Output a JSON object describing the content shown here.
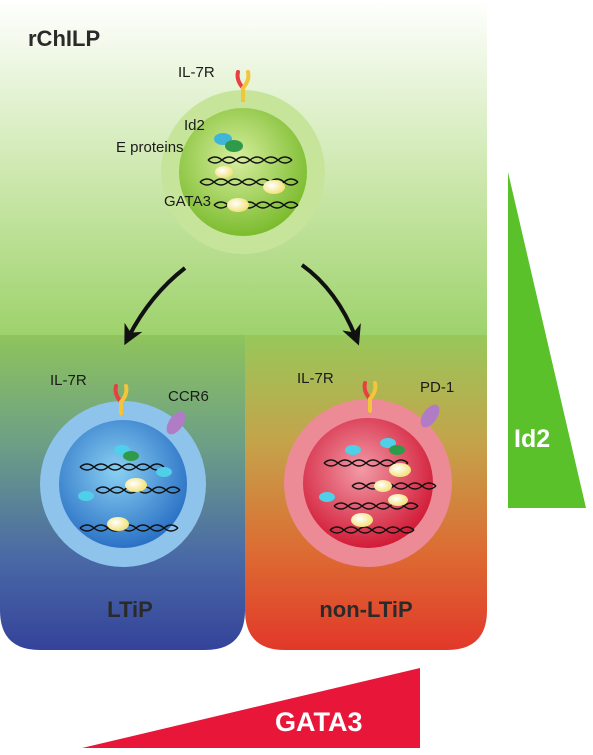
{
  "panels": {
    "top": {
      "title": "rChILP"
    },
    "left": {
      "title": "LTiP"
    },
    "right": {
      "title": "non-LTiP"
    }
  },
  "labels": {
    "il7r_top": "IL-7R",
    "id2": "Id2",
    "e_proteins": "E proteins",
    "gata3_cell": "GATA3",
    "il7r_left": "IL-7R",
    "ccr6": "CCR6",
    "il7r_right": "IL-7R",
    "pd1": "PD-1"
  },
  "gradients": {
    "id2": {
      "label": "Id2",
      "color": "#5ac12a"
    },
    "gata3": {
      "label": "GATA3",
      "color": "#e8173a"
    }
  },
  "colors": {
    "top_panel_green": "#9fd36f",
    "left_panel_blue": "#3a4a9c",
    "right_panel_red": "#e3442a",
    "cell_green": "#8cc63f",
    "cell_blue": "#4a90d9",
    "cell_red": "#d8243a"
  }
}
